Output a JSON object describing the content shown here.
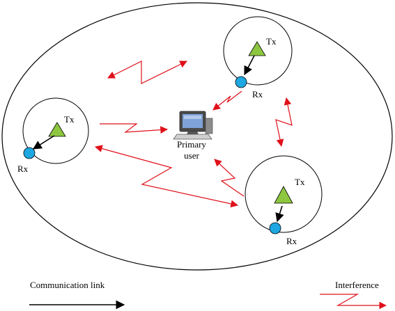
{
  "nodes": {
    "tx_label": "Tx",
    "rx_label": "Rx",
    "primary_user_line1": "Primary",
    "primary_user_line2": "user"
  },
  "legend": {
    "communication_link": "Communication link",
    "interference": "Interference"
  },
  "colors": {
    "interference": "#e0101a",
    "transmitter_fill": "#8dc63f",
    "receiver_fill": "#1ea7e1",
    "link": "#000000"
  },
  "icons": [
    "transmitter-triangle-icon",
    "receiver-circle-icon",
    "computer-icon",
    "zigzag-arrow-icon",
    "arrow-icon"
  ]
}
